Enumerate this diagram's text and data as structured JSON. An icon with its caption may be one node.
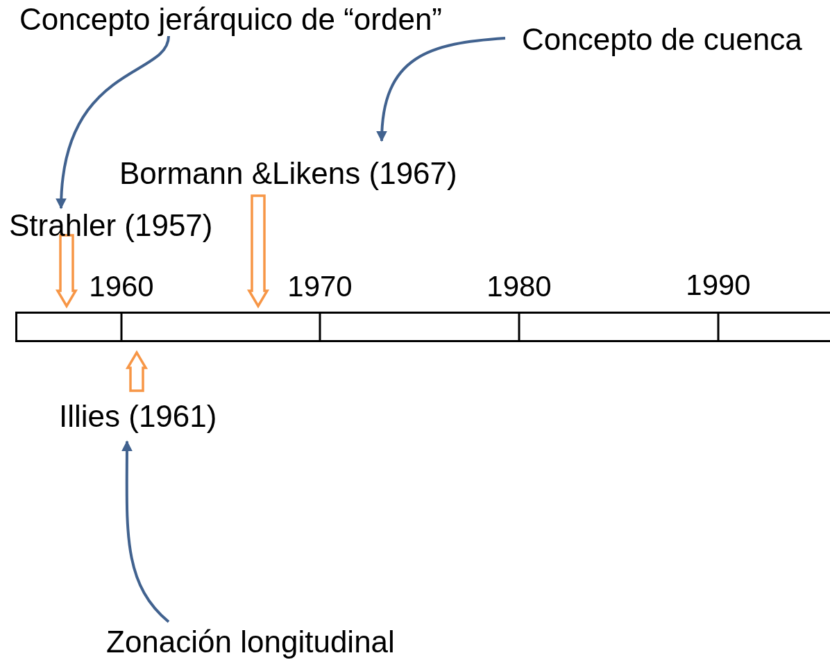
{
  "diagram": {
    "nodes": [
      {
        "text": [
          "Concepto jerárquico de “orden”"
        ]
      },
      {
        "text": [
          "Concepto de cuenca"
        ]
      },
      {
        "text": [
          "Bormann &Likens (1967)"
        ]
      },
      {
        "text": [
          "Strahler (1957)"
        ]
      },
      {
        "text": [
          "Illies (1961)"
        ]
      },
      {
        "text": [
          "Zonación longitudinal"
        ]
      },
      {
        "text": [],
        "shape": "bar"
      }
    ],
    "edges": [
      {
        "from": 0,
        "to": 3,
        "arrow": "to"
      },
      {
        "from": 1,
        "to": 2,
        "arrow": "to"
      },
      {
        "from": 5,
        "to": 4,
        "arrow": "to"
      },
      {
        "from": 3,
        "to": 6,
        "arrow": "to",
        "style": "thick",
        "color": "#f79646"
      },
      {
        "from": 2,
        "to": 6,
        "arrow": "to",
        "style": "thick",
        "color": "#f79646"
      },
      {
        "from": 4,
        "to": 6,
        "arrow": "to",
        "style": "thick",
        "color": "#f79646"
      }
    ],
    "labels": [
      "1960",
      "1970",
      "1980",
      "1990"
    ]
  }
}
